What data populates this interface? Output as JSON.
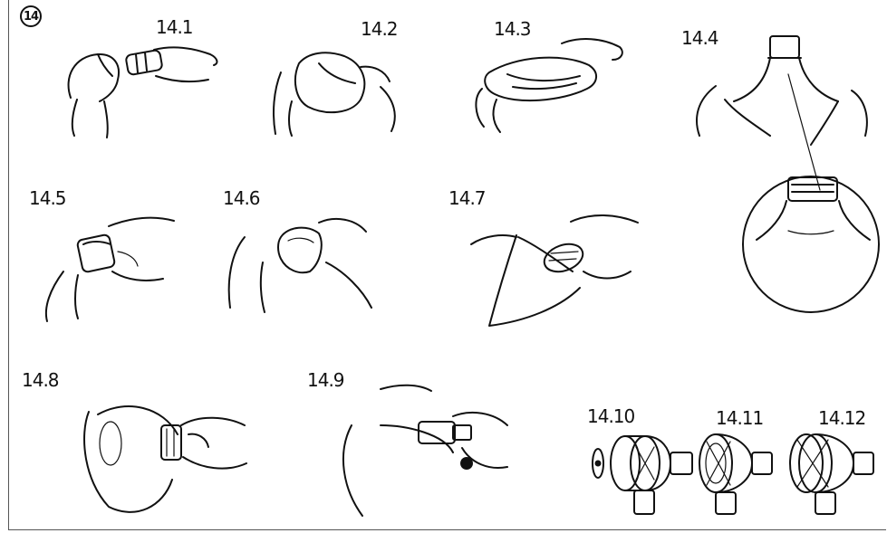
{
  "figure": {
    "section_badge": "14",
    "steps": [
      {
        "id": "14.1",
        "label": "14.1"
      },
      {
        "id": "14.2",
        "label": "14.2"
      },
      {
        "id": "14.3",
        "label": "14.3"
      },
      {
        "id": "14.4",
        "label": "14.4"
      },
      {
        "id": "14.5",
        "label": "14.5"
      },
      {
        "id": "14.6",
        "label": "14.6"
      },
      {
        "id": "14.7",
        "label": "14.7"
      },
      {
        "id": "14.8",
        "label": "14.8"
      },
      {
        "id": "14.9",
        "label": "14.9"
      },
      {
        "id": "14.10",
        "label": "14.10"
      },
      {
        "id": "14.11",
        "label": "14.11"
      },
      {
        "id": "14.12",
        "label": "14.12"
      }
    ]
  }
}
